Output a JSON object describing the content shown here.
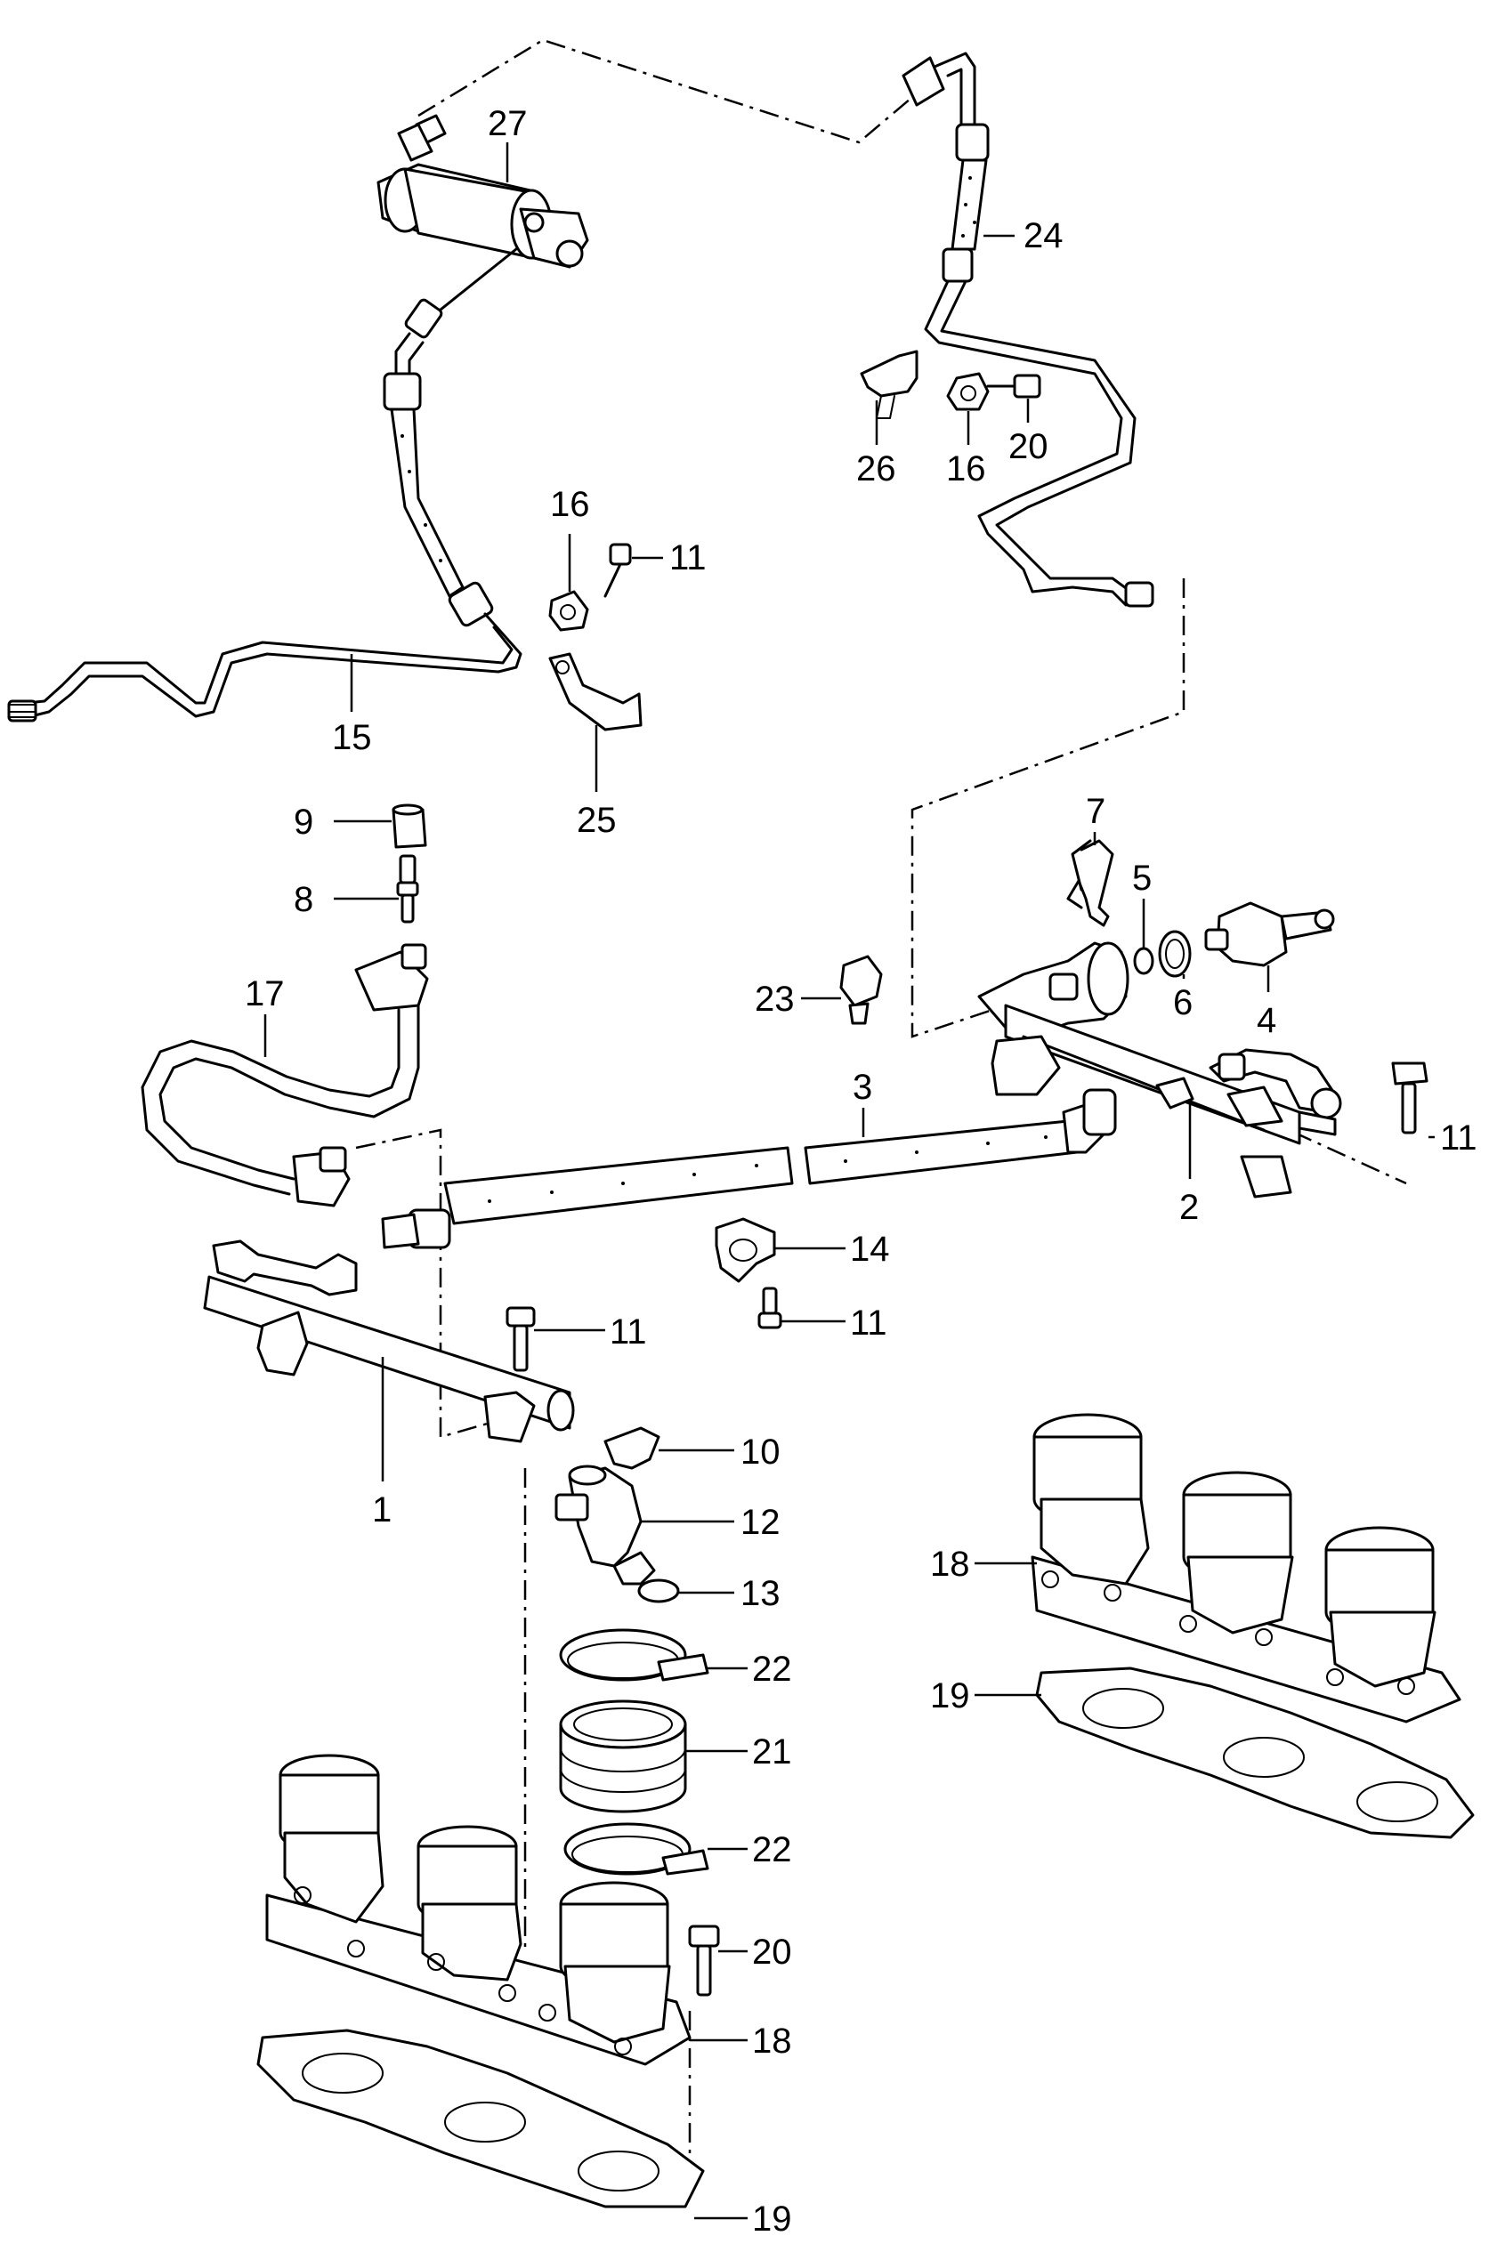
{
  "diagram": {
    "callouts": [
      {
        "id": "c27",
        "text": "27"
      },
      {
        "id": "c24",
        "text": "24"
      },
      {
        "id": "c26",
        "text": "26"
      },
      {
        "id": "c16a",
        "text": "16"
      },
      {
        "id": "c20a",
        "text": "20"
      },
      {
        "id": "c16b",
        "text": "16"
      },
      {
        "id": "c11a",
        "text": "11"
      },
      {
        "id": "c15",
        "text": "15"
      },
      {
        "id": "c25",
        "text": "25"
      },
      {
        "id": "c9",
        "text": "9"
      },
      {
        "id": "c8",
        "text": "8"
      },
      {
        "id": "c17",
        "text": "17"
      },
      {
        "id": "c7",
        "text": "7"
      },
      {
        "id": "c5",
        "text": "5"
      },
      {
        "id": "c6",
        "text": "6"
      },
      {
        "id": "c4",
        "text": "4"
      },
      {
        "id": "c23",
        "text": "23"
      },
      {
        "id": "c3",
        "text": "3"
      },
      {
        "id": "c11b",
        "text": "11"
      },
      {
        "id": "c2",
        "text": "2"
      },
      {
        "id": "c14",
        "text": "14"
      },
      {
        "id": "c11c",
        "text": "11"
      },
      {
        "id": "c11d",
        "text": "11"
      },
      {
        "id": "c10",
        "text": "10"
      },
      {
        "id": "c1",
        "text": "1"
      },
      {
        "id": "c12",
        "text": "12"
      },
      {
        "id": "c13",
        "text": "13"
      },
      {
        "id": "c18a",
        "text": "18"
      },
      {
        "id": "c19a",
        "text": "19"
      },
      {
        "id": "c22a",
        "text": "22"
      },
      {
        "id": "c21",
        "text": "21"
      },
      {
        "id": "c22b",
        "text": "22"
      },
      {
        "id": "c20b",
        "text": "20"
      },
      {
        "id": "c18b",
        "text": "18"
      },
      {
        "id": "c19b",
        "text": "19"
      }
    ]
  }
}
